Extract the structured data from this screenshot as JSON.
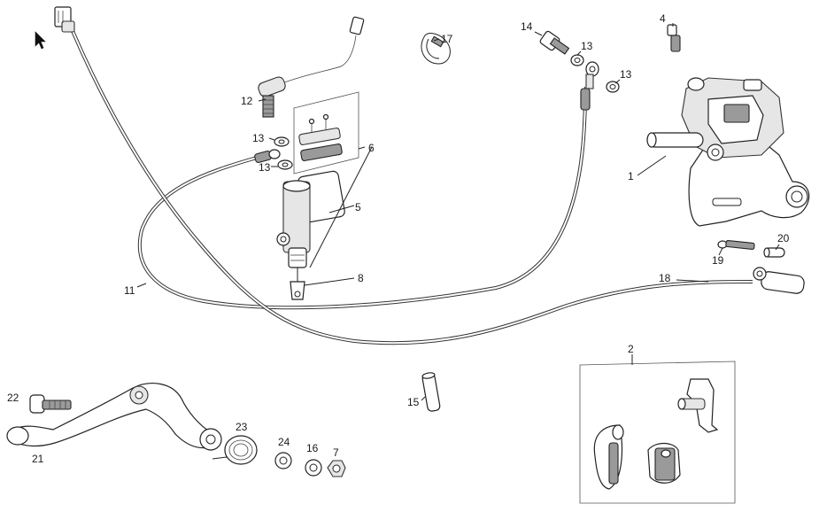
{
  "diagram": {
    "callouts": [
      {
        "key": "n1",
        "text": "1"
      },
      {
        "key": "n2",
        "text": "2"
      },
      {
        "key": "n4",
        "text": "4"
      },
      {
        "key": "n5",
        "text": "5"
      },
      {
        "key": "n6",
        "text": "6"
      },
      {
        "key": "n7",
        "text": "7"
      },
      {
        "key": "n8",
        "text": "8"
      },
      {
        "key": "n11",
        "text": "11"
      },
      {
        "key": "n12",
        "text": "12"
      },
      {
        "key": "n13a",
        "text": "13"
      },
      {
        "key": "n13b",
        "text": "13"
      },
      {
        "key": "n13c",
        "text": "13"
      },
      {
        "key": "n13d",
        "text": "13"
      },
      {
        "key": "n14",
        "text": "14"
      },
      {
        "key": "n15",
        "text": "15"
      },
      {
        "key": "n16",
        "text": "16"
      },
      {
        "key": "n17",
        "text": "17"
      },
      {
        "key": "n18",
        "text": "18"
      },
      {
        "key": "n19",
        "text": "19"
      },
      {
        "key": "n20",
        "text": "20"
      },
      {
        "key": "n21",
        "text": "21"
      },
      {
        "key": "n22",
        "text": "22"
      },
      {
        "key": "n23",
        "text": "23"
      },
      {
        "key": "n24",
        "text": "24"
      }
    ]
  }
}
